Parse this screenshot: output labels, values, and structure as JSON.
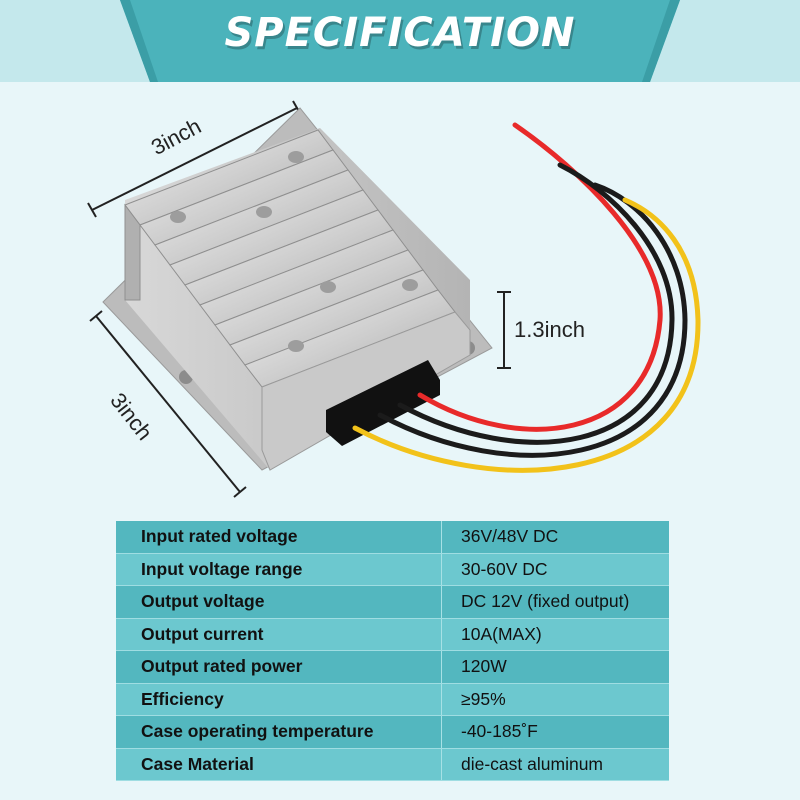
{
  "banner": {
    "title": "SPECIFICATION",
    "color": "#4bb3bb"
  },
  "dimensions": {
    "width": "3inch",
    "depth": "3inch",
    "height": "1.3inch"
  },
  "wire_colors": [
    "#e82a2a",
    "#1b1b1b",
    "#1b1b1b",
    "#f2c21a"
  ],
  "specs": [
    {
      "label": "Input rated voltage",
      "value": "36V/48V DC"
    },
    {
      "label": "Input voltage range",
      "value": "30-60V DC"
    },
    {
      "label": "Output voltage",
      "value": "DC 12V (fixed output)"
    },
    {
      "label": "Output current",
      "value": "10A(MAX)"
    },
    {
      "label": "Output rated power",
      "value": "120W"
    },
    {
      "label": "Efficiency",
      "value": "≥95%"
    },
    {
      "label": "Case operating temperature",
      "value": "-40-185˚F"
    },
    {
      "label": "Case Material",
      "value": "die-cast aluminum"
    }
  ]
}
